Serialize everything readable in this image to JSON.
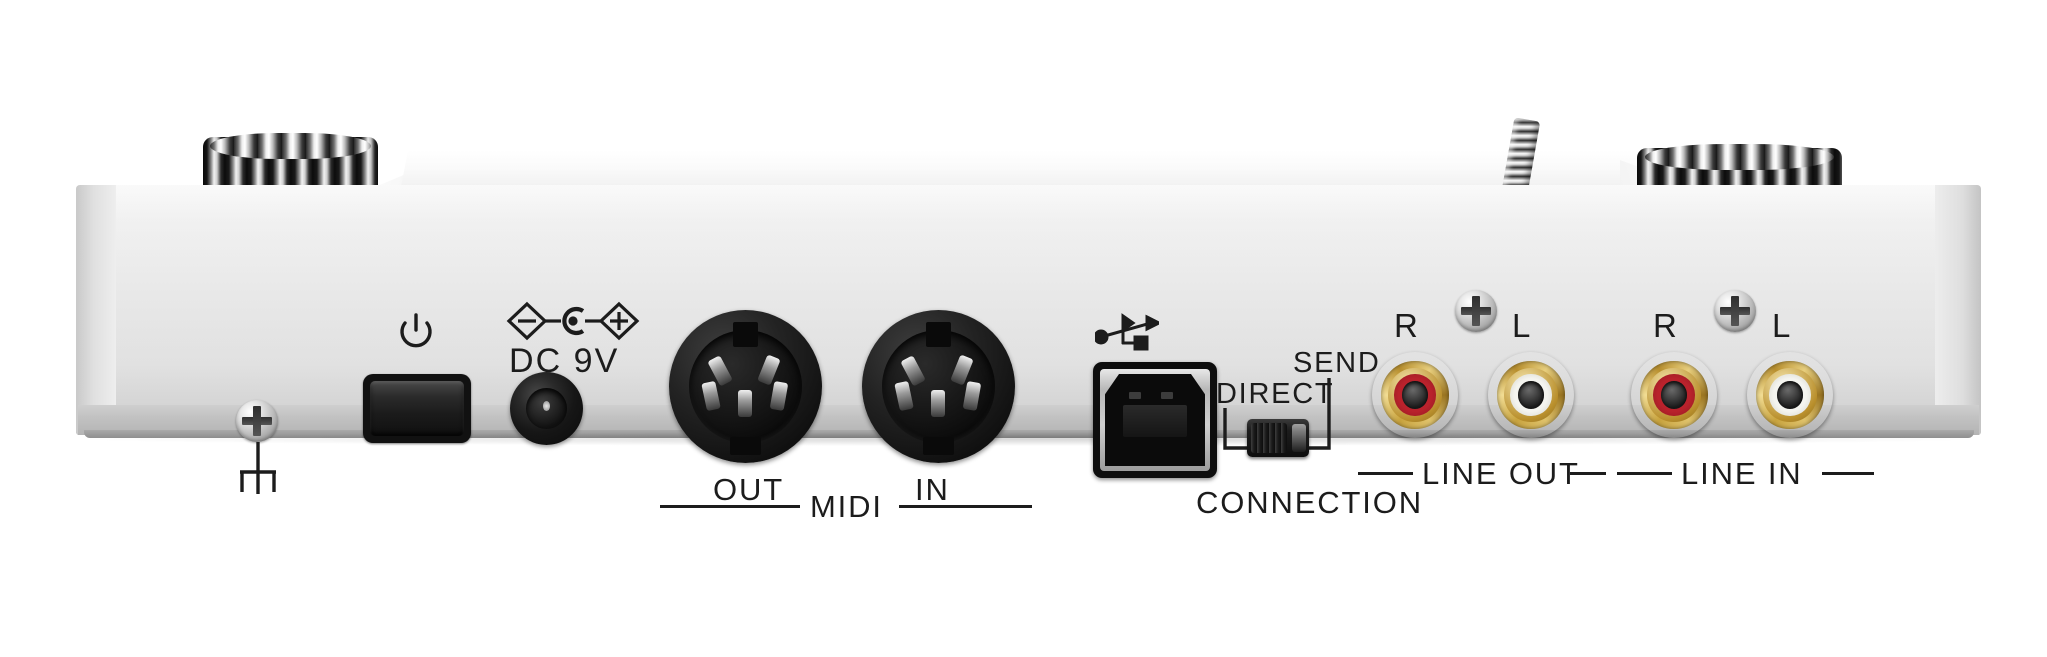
{
  "device": {
    "view": "rear-panel",
    "body_color": "#e9e9e9",
    "accent_black": "#1c1c1c"
  },
  "controls": {
    "left_knob": {
      "name": "chrome-fluted-knob-left"
    },
    "right_knob": {
      "name": "chrome-fluted-knob-right"
    },
    "antenna": {
      "name": "coil-antenna"
    }
  },
  "ground": {
    "screw_label": "ground-screw",
    "symbol": "chassis-ground"
  },
  "power": {
    "icon": "power-icon",
    "switch_label": "power-rocker-switch"
  },
  "dc": {
    "polarity_symbol": "center-negative",
    "label": "DC 9V",
    "jack": "dc-9v-barrel-jack"
  },
  "midi": {
    "group_label": "MIDI",
    "out_label": "OUT",
    "in_label": "IN"
  },
  "usb": {
    "icon": "usb-icon",
    "port_label": "usb-type-b-port"
  },
  "connection": {
    "group_label": "CONNECTION",
    "position_left": "DIRECT",
    "position_right": "SEND",
    "selected": "DIRECT"
  },
  "line_out": {
    "group_label": "LINE OUT",
    "right_label": "R",
    "left_label": "L",
    "right_color": "#b9222c",
    "left_color": "#f2f2ee"
  },
  "line_in": {
    "group_label": "LINE IN",
    "right_label": "R",
    "left_label": "L",
    "right_color": "#b9222c",
    "left_color": "#f2f2ee"
  }
}
